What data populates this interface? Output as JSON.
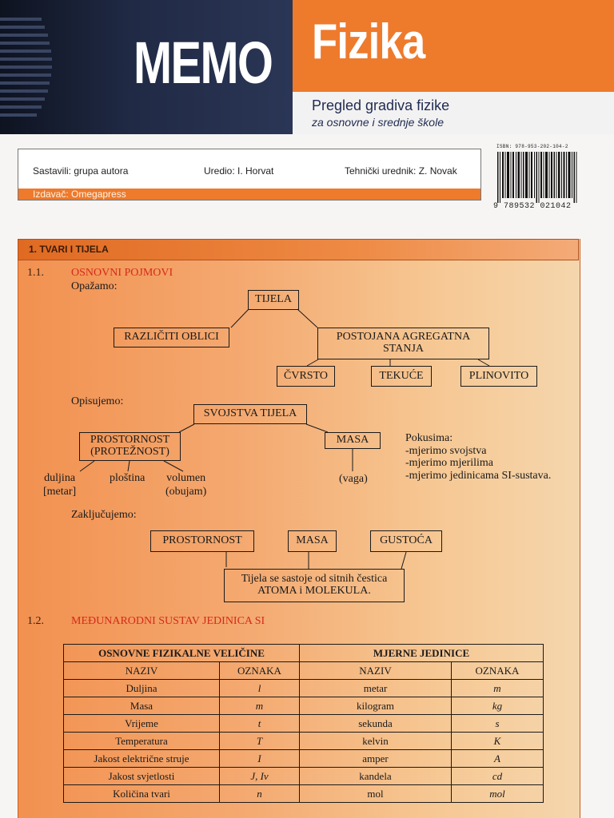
{
  "header": {
    "brand": "MEMO",
    "title": "Fizika",
    "subtitle": "Pregled gradiva fizike",
    "subtitle_italic": "za osnovne i srednje škole"
  },
  "credits": {
    "compiled": "Sastavili: grupa autora",
    "editor": "Uredio: I. Horvat",
    "tech_editor": "Tehnički urednik: Z. Novak",
    "publisher": "Izdavač: Omegapress"
  },
  "barcode": {
    "isbn": "ISBN: 978-953-202-104-2",
    "number": "9 789532 021042"
  },
  "section": {
    "title": "1. TVARI I TIJELA",
    "sub1": {
      "num": "1.1.",
      "title": "OSNOVNI POJMOVI",
      "observe": "Opažamo:",
      "bodies": "TIJELA",
      "shapes": "RAZLIČITI OBLICI",
      "states_l1": "POSTOJANA AGREGATNA",
      "states_l2": "STANJA",
      "solid": "ČVRSTO",
      "liquid": "TEKUĆE",
      "gas": "PLINOVITO",
      "describe": "Opisujemo:",
      "properties": "SVOJSTVA TIJELA",
      "space_l1": "PROSTORNOST",
      "space_l2": "(PROTEŽNOST)",
      "mass": "MASA",
      "length_l1": "duljina",
      "length_l2": "[metar]",
      "area": "ploština",
      "volume_l1": "volumen",
      "volume_l2": "(obujam)",
      "scale": "(vaga)",
      "experiments": [
        "Pokusima:",
        "-mjerimo svojstva",
        "-mjerimo mjerilima",
        "-mjerimo jedinicama SI-sustava."
      ],
      "conclude": "Zaključujemo:",
      "c_space": "PROSTORNOST",
      "c_mass": "MASA",
      "c_density": "GUSTOĆA",
      "atoms_l1": "Tijela se sastoje od sitnih čestica",
      "atoms_l2": "ATOMA i MOLEKULA."
    },
    "sub2": {
      "num": "1.2.",
      "title": "MEĐUNARODNI SUSTAV JEDINICA SI"
    }
  },
  "si_table": {
    "group_headers": [
      "OSNOVNE FIZIKALNE VELIČINE",
      "MJERNE JEDINICE"
    ],
    "columns": [
      "NAZIV",
      "OZNAKA",
      "NAZIV",
      "OZNAKA"
    ],
    "rows": [
      [
        "Duljina",
        "l",
        "metar",
        "m"
      ],
      [
        "Masa",
        "m",
        "kilogram",
        "kg"
      ],
      [
        "Vrijeme",
        "t",
        "sekunda",
        "s"
      ],
      [
        "Temperatura",
        "T",
        "kelvin",
        "K"
      ],
      [
        "Jakost električne struje",
        "I",
        "amper",
        "A"
      ],
      [
        "Jakost svjetlosti",
        "J, Iv",
        "kandela",
        "cd"
      ],
      [
        "Količina tvari",
        "n",
        "mol",
        "mol"
      ]
    ]
  },
  "colors": {
    "orange": "#ee7a2c",
    "navy": "#202a45",
    "red_heading": "#d52a1a"
  }
}
